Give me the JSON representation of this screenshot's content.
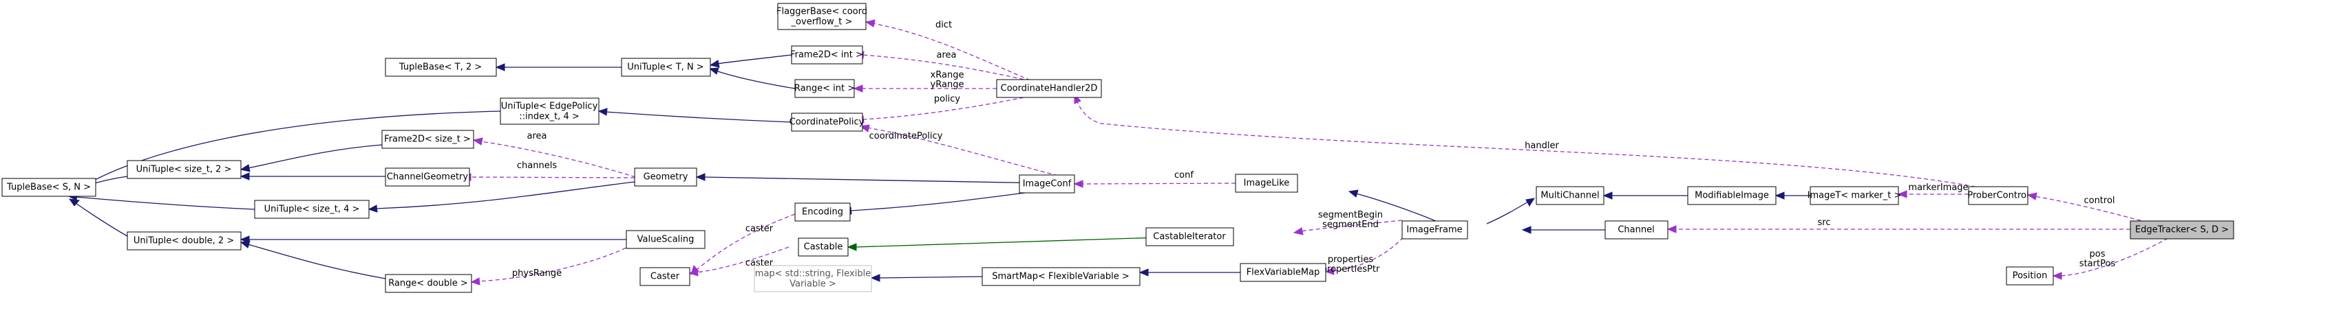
{
  "nodes": {
    "tuplebase_sn": "TupleBase< S, N >",
    "unituple_sizet2": "UniTuple< size_t, 2 >",
    "unituple_double2": "UniTuple< double, 2 >",
    "tuplebase_t2": "TupleBase< T, 2 >",
    "unituple_tn": "UniTuple< T, N >",
    "unituple_edgepolicy_1": "UniTuple< EdgePolicy",
    "unituple_edgepolicy_2": "::index_t, 4 >",
    "frame2d_sizet": "Frame2D< size_t >",
    "channelgeometry": "ChannelGeometry",
    "unituple_sizet4": "UniTuple< size_t, 4 >",
    "range_double": "Range< double >",
    "flaggerbase_1": "FlaggerBase< coord",
    "flaggerbase_2": "_overflow_t >",
    "frame2d_int": "Frame2D< int >",
    "range_int": "Range< int >",
    "coordinatepolicy": "CoordinatePolicy",
    "coordinatehandler2d": "CoordinateHandler2D",
    "geometry": "Geometry",
    "encoding": "Encoding",
    "valuescaling": "ValueScaling",
    "castable": "Castable",
    "caster": "Caster",
    "map_1": "map< std::string, Flexible",
    "map_2": "Variable >",
    "imageconf": "ImageConf",
    "smartmap": "SmartMap< FlexibleVariable >",
    "castableiterator": "CastableIterator",
    "imagelike": "ImageLike",
    "flexvariablemap": "FlexVariableMap",
    "imageframe": "ImageFrame",
    "multichannel": "MultiChannel",
    "modifiableimage": "ModifiableImage",
    "channel": "Channel",
    "imaget_marker": "ImageT< marker_t >",
    "probercontrol": "ProberControl",
    "edgetracker": "EdgeTracker< S, D >",
    "position": "Position"
  },
  "edge_labels": {
    "dict": "dict",
    "area_int": "area",
    "xrange": "xRange",
    "yrange": "yRange",
    "policy": "policy",
    "area_size": "area",
    "channels": "channels",
    "coordinatepolicy": "coordinatePolicy",
    "handler": "handler",
    "conf": "conf",
    "physrange": "physRange",
    "caster1": "caster",
    "caster2": "caster",
    "segmentbegin": "segmentBegin",
    "segmentend": "segmentEnd",
    "properties": "properties",
    "propertiesptr": "propertiesPtr",
    "markerimage": "markerImage",
    "control": "control",
    "src": "src",
    "pos": "pos",
    "startpos": "startPos"
  },
  "colors": {
    "inheritance": "#191970",
    "template_inheritance": "#006400",
    "usage": "#9a32cd",
    "highlight_fill": "#bfbfbf",
    "grey_border": "#bfbfbf"
  }
}
